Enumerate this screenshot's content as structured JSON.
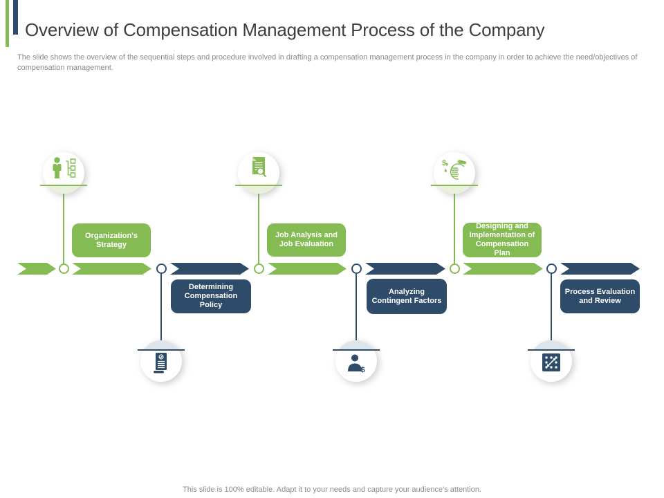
{
  "slide": {
    "title": "Overview of Compensation Management Process of the Company",
    "subtitle": "The slide shows the overview of the sequential steps and procedure involved in drafting a compensation management process in the company in order to achieve the need/objectives of compensation management.",
    "footer": "This slide is 100% editable. Adapt it to your needs and capture your audience's attention."
  },
  "colors": {
    "green": "#84BB53",
    "green_light": "#E9F1DD",
    "navy": "#2E4C69",
    "navy_light": "#DDE5EC",
    "title_text": "#3F3F3F",
    "muted_text": "#8A8A8A"
  },
  "process": {
    "steps": [
      {
        "label": "Organization's Strategy",
        "position": "above-timeline",
        "color": "green",
        "icon": "org-strategy-icon"
      },
      {
        "label": "Determining Compensation Policy",
        "position": "below-timeline",
        "color": "navy",
        "icon": "policy-document-icon"
      },
      {
        "label": "Job Analysis and Job Evaluation",
        "position": "above-timeline",
        "color": "green",
        "icon": "job-analysis-search-icon"
      },
      {
        "label": "Analyzing Contingent Factors",
        "position": "below-timeline",
        "color": "navy",
        "icon": "person-dollar-icon"
      },
      {
        "label": "Designing and Implementation of Compensation Plan",
        "position": "above-timeline",
        "color": "green",
        "icon": "money-hand-cycle-icon"
      },
      {
        "label": "Process Evaluation and Review",
        "position": "below-timeline",
        "color": "navy",
        "icon": "evaluation-grid-icon"
      }
    ]
  }
}
